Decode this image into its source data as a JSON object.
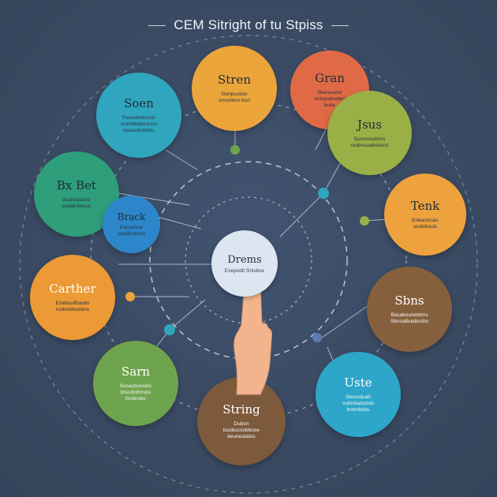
{
  "title": "CEM Sitright of tu Stpiss",
  "center": {
    "title": "Drems",
    "subtitle": "Exepodit Sriisbox"
  },
  "nodes": [
    {
      "id": "soen",
      "title": "Soen",
      "text": "Fencebotorion\nsrumblobslonon\nbouacbubobu",
      "color": "#2fa6bd"
    },
    {
      "id": "stren",
      "title": "Stren",
      "text": "Gonpustion\nsroonbon bun",
      "color": "#eba53a"
    },
    {
      "id": "gran",
      "title": "Gran",
      "text": "Bianoustal\nsrutspabsdles\nbuiar",
      "color": "#e06a45"
    },
    {
      "id": "jsus",
      "title": "Jsus",
      "text": "Suxomoutons\nroobnsuabsbons",
      "color": "#9aaf45"
    },
    {
      "id": "bx-bet",
      "title": "Bx Bet",
      "text": "boabubatesi\nsoeab besou",
      "color": "#2e9e7b"
    },
    {
      "id": "brack",
      "title": "Brack",
      "text": "Kacasbrie\nsoadbobuos",
      "color": "#2d86c9"
    },
    {
      "id": "tenk",
      "title": "Tenk",
      "text": "Enbacisnas\nsnsbibouls",
      "color": "#eda23e"
    },
    {
      "id": "carther",
      "title": "Carther",
      "text": "Enebsuifbasbs\nrosbsobouiens",
      "color": "#eb9a36"
    },
    {
      "id": "sbns",
      "title": "Sbns",
      "text": "Basabounebtrns\nSbnsalbuabosbs",
      "color": "#86603d"
    },
    {
      "id": "sarn",
      "title": "Sarn",
      "text": "Sosacbuinatis\nbnucbobnsbs\nbrobrobs",
      "color": "#6fa44e"
    },
    {
      "id": "string",
      "title": "String",
      "text": "Dubon\nbusbocxobbooe\nbeuneasbos",
      "color": "#7d5a3c"
    },
    {
      "id": "uste",
      "title": "Uste",
      "text": "Sboreduab\nsoibsbabsbsb\nbrombsbs",
      "color": "#2da6c9"
    }
  ]
}
